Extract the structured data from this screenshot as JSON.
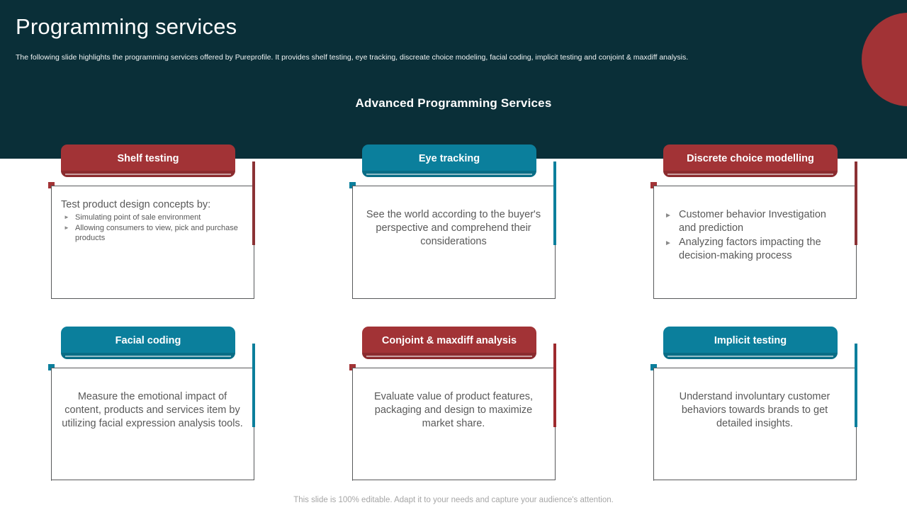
{
  "slide": {
    "title": "Programming services",
    "subtitle": "The following slide highlights the programming services offered by Pureprofile. It provides shelf testing, eye tracking, discreate choice modeling, facial coding, implicit testing and conjoint & maxdiff analysis.",
    "section_heading": "Advanced Programming Services",
    "footer_note": "This slide is 100% editable. Adapt it to your needs and capture your audience's attention.",
    "bullet_glyph": "►"
  },
  "colors": {
    "header_background": "#0a2f38",
    "accent_red": "#a23336",
    "accent_teal": "#0b7f9c",
    "body_text": "#595959",
    "card_border": "#58595b",
    "footer_text": "#a6a6a6"
  },
  "cards": [
    {
      "title": "Shelf testing",
      "color": "#a23336",
      "lead": "Test product design concepts by:",
      "bullets": [
        "Simulating point of sale environment",
        "Allowing consumers to view, pick and purchase products"
      ],
      "body": "",
      "layout": "lead-bullets"
    },
    {
      "title": "Eye tracking",
      "color": "#0b7f9c",
      "lead": "",
      "bullets": [],
      "body": "See the world according to the buyer's perspective and comprehend their considerations",
      "layout": "paragraph"
    },
    {
      "title": "Discrete choice modelling",
      "color": "#a23336",
      "lead": "",
      "bullets": [
        "Customer behavior Investigation and prediction",
        "Analyzing factors impacting the decision-making process"
      ],
      "body": "",
      "layout": "bullets"
    },
    {
      "title": "Facial coding",
      "color": "#0b7f9c",
      "lead": "",
      "bullets": [],
      "body": "Measure the emotional impact of content, products and services item by utilizing facial expression analysis tools.",
      "layout": "paragraph"
    },
    {
      "title": "Conjoint & maxdiff analysis",
      "color": "#a23336",
      "lead": "",
      "bullets": [],
      "body": "Evaluate value of product features, packaging and design to maximize market share.",
      "layout": "paragraph"
    },
    {
      "title": "Implicit testing",
      "color": "#0b7f9c",
      "lead": "",
      "bullets": [],
      "body": "Understand involuntary customer behaviors towards brands to get detailed insights.",
      "layout": "paragraph"
    }
  ]
}
